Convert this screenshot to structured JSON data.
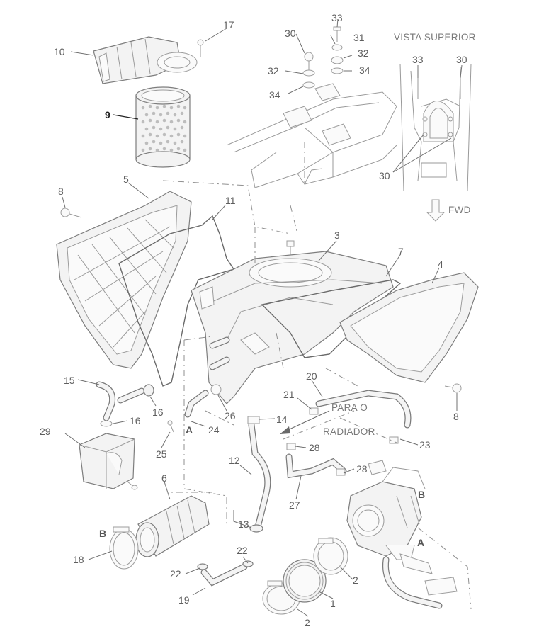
{
  "labels": {
    "n1": "1",
    "n2a": "2",
    "n2b": "2",
    "n3": "3",
    "n4": "4",
    "n5": "5",
    "n6": "6",
    "n7": "7",
    "n8a": "8",
    "n8b": "8",
    "n9": "9",
    "n10": "10",
    "n11": "11",
    "n12": "12",
    "n13": "13",
    "n14": "14",
    "n15": "15",
    "n16a": "16",
    "n16b": "16",
    "n17": "17",
    "n18": "18",
    "n19": "19",
    "n20": "20",
    "n21": "21",
    "n22a": "22",
    "n22b": "22",
    "n23": "23",
    "n24": "24",
    "n25": "25",
    "n26": "26",
    "n27": "27",
    "n28a": "28",
    "n28b": "28",
    "n29": "29",
    "n30a": "30",
    "n30b": "30",
    "n30c": "30",
    "n31": "31",
    "n32a": "32",
    "n32b": "32",
    "n33a": "33",
    "n33b": "33",
    "n34a": "34",
    "n34b": "34"
  },
  "letters": {
    "a1": "A",
    "a2": "A",
    "b1": "B",
    "b2": "B"
  },
  "texts": {
    "top_view": "VISTA SUPERIOR",
    "fwd": "FWD",
    "radiator_line1": "PARA O",
    "radiator_line2": "RADIADOR"
  },
  "colors": {
    "ink": "#7d7d7d",
    "label": "#5e5e5e",
    "highlight": "#222222"
  }
}
